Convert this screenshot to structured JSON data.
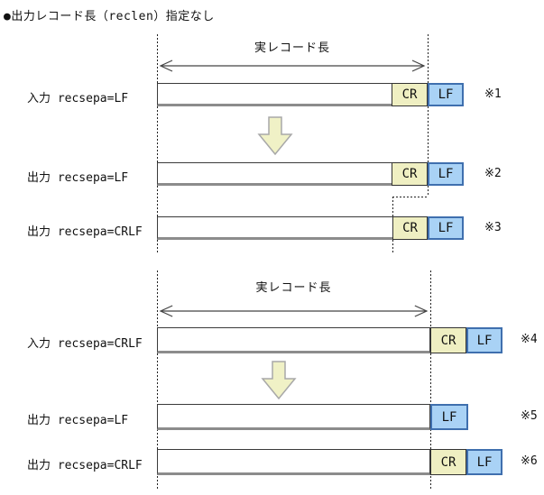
{
  "title": "●出力レコード長（reclen）指定なし",
  "colors": {
    "cr_fill": "#efefc2",
    "cr_border": "#333333",
    "lf_fill": "#a9d2f5",
    "lf_border": "#3f6fae",
    "bar_fill": "#ffffff",
    "bar_border": "#3a3a3a",
    "bar_shadow": "#8c8c8c",
    "dotted_line": "#222222",
    "down_arrow_fill": "#f0f1c6",
    "down_arrow_border": "#a8a8a8",
    "extent_arrow": "#444444"
  },
  "sections": [
    {
      "record_length_label": "実レコード長",
      "rows": [
        {
          "label": "入力 recsepa=LF",
          "note": "※1",
          "cr": "CR",
          "lf": "LF"
        },
        {
          "label": "出力 recsepa=LF",
          "note": "※2",
          "cr": "CR",
          "lf": "LF"
        },
        {
          "label": "出力 recsepa=CRLF",
          "note": "※3",
          "cr": "CR",
          "lf": "LF"
        }
      ]
    },
    {
      "record_length_label": "実レコード長",
      "rows": [
        {
          "label": "入力 recsepa=CRLF",
          "note": "※4",
          "cr": "CR",
          "lf": "LF"
        },
        {
          "label": "出力 recsepa=LF",
          "note": "※5",
          "lf": "LF"
        },
        {
          "label": "出力 recsepa=CRLF",
          "note": "※6",
          "cr": "CR",
          "lf": "LF"
        }
      ]
    }
  ]
}
